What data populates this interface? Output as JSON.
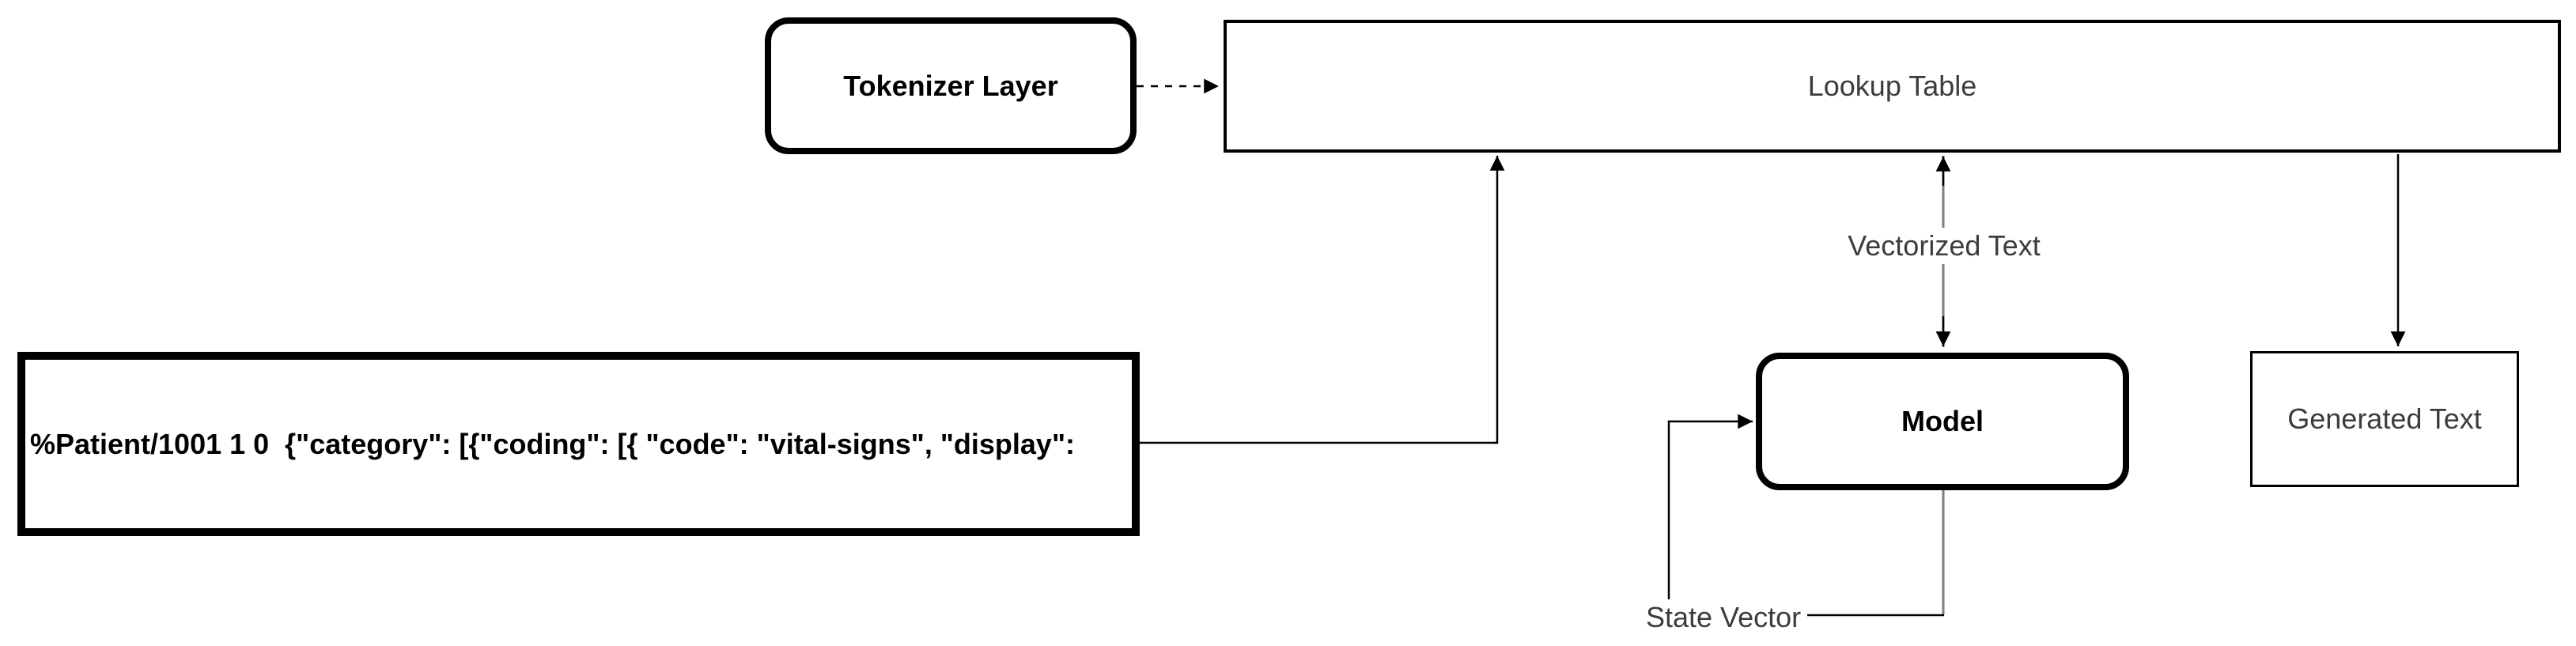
{
  "diagram": {
    "nodes": {
      "tokenizer": {
        "label": "Tokenizer Layer"
      },
      "lookup_table": {
        "label": "Lookup Table"
      },
      "input_sequence": {
        "label": "%Patient/1001 1 0  {\"category\": [{\"coding\": [{ \"code\": \"vital-signs\", \"display\":"
      },
      "model": {
        "label": "Model"
      },
      "generated_text": {
        "label": "Generated Text"
      }
    },
    "edge_labels": {
      "vectorized_text": "Vectorized Text",
      "state_vector": "State Vector"
    },
    "colors": {
      "background": "#ffffff",
      "node_fill": "#ffffff",
      "node_border": "#000000",
      "line": "#000000",
      "light_line": "#7e7e7e",
      "bold_text": "#000000",
      "regular_text": "#3c3c3c"
    }
  }
}
